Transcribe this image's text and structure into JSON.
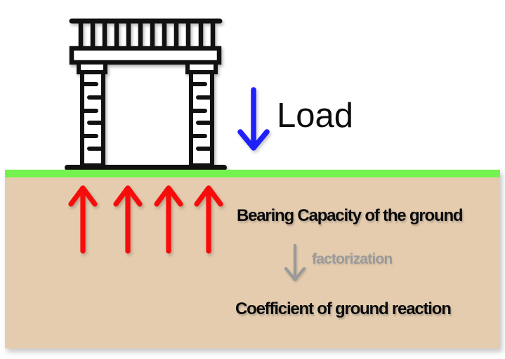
{
  "labels": {
    "load": "Load",
    "bearing_capacity": "Bearing Capacity of the ground",
    "factorization": "factorization",
    "coefficient": "Coefficient of ground reaction"
  },
  "icons": {
    "structure": "bridge-pier-structure-icon",
    "load_arrow": "blue-down-arrow-icon",
    "reaction_arrows": "four-red-up-arrows-icon",
    "factorization_arrow": "gray-down-arrow-icon"
  },
  "colors": {
    "structure_black": "#111111",
    "load_arrow_blue": "#2020fa",
    "reaction_arrow_red": "#f70c0c",
    "ground_surface_green": "#74f24e",
    "soil_tan": "#e5ccae",
    "factorization_gray": "#9a9a9a",
    "text_black": "#0b0b0b",
    "background_white": "#ffffff"
  }
}
